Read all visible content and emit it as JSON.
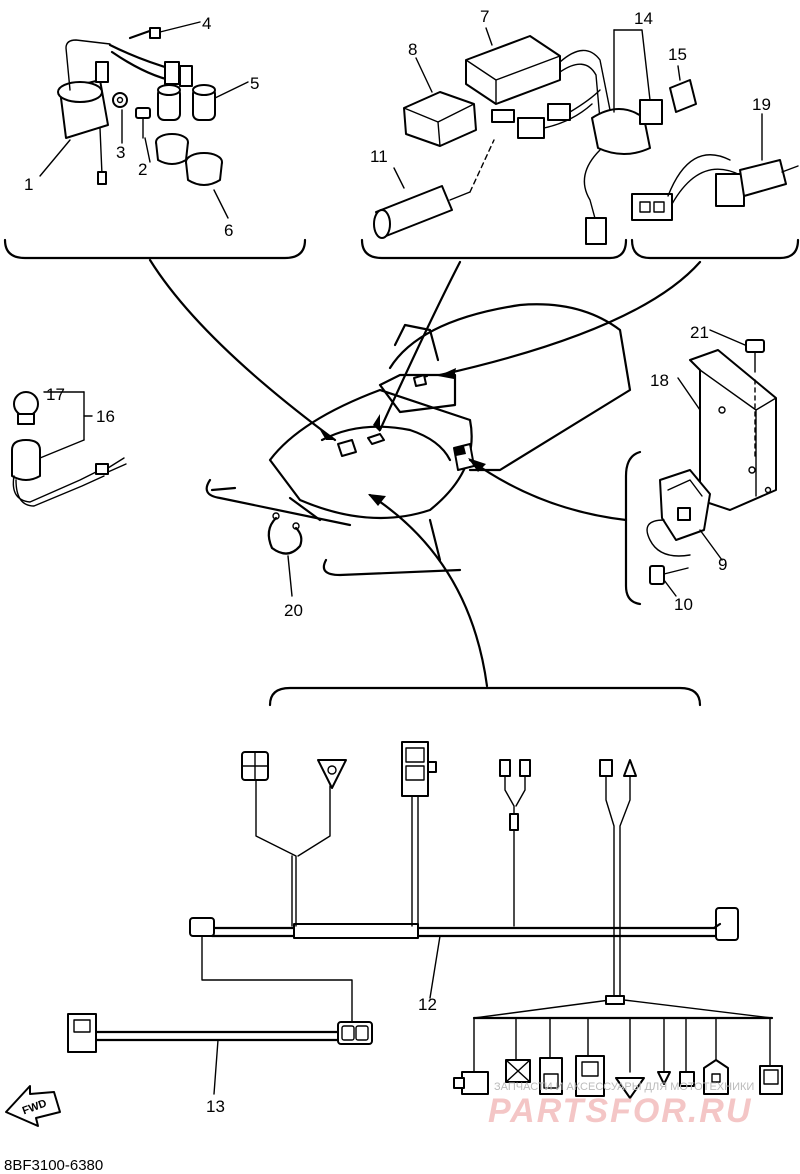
{
  "diagram": {
    "parts": {
      "p1": "1",
      "p2": "2",
      "p3": "3",
      "p4": "4",
      "p5": "5",
      "p6": "6",
      "p7": "7",
      "p8": "8",
      "p9": "9",
      "p10": "10",
      "p11": "11",
      "p12": "12",
      "p13": "13",
      "p14": "14",
      "p15": "15",
      "p16": "16",
      "p17": "17",
      "p18": "18",
      "p19": "19",
      "p20": "20",
      "p21": "21"
    },
    "fwd_label": "FWD",
    "figure_code": "8BF3100-6380"
  },
  "watermark": {
    "line1": "ЗАПЧАСТИ И АКСЕССУАРЫ ДЛЯ МОТОТЕХНИКИ",
    "line2": "PARTSFOR.RU",
    "color": "#f4c6c6"
  }
}
